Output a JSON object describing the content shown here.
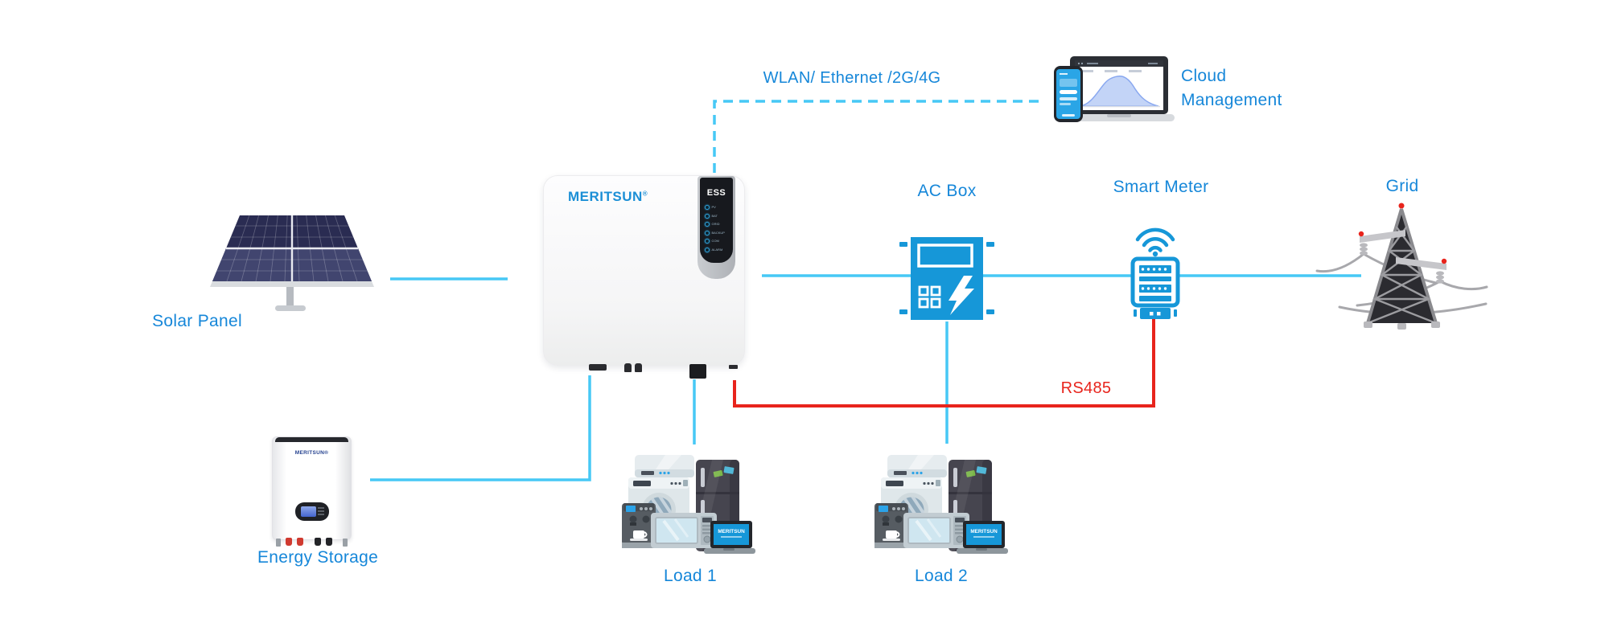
{
  "diagram": {
    "connection_labels": {
      "wlan": "WLAN/ Ethernet /2G/4G",
      "rs485": "RS485"
    },
    "nodes": {
      "solar_panel": {
        "label": "Solar Panel"
      },
      "inverter": {
        "brand": "MERITSUN",
        "reg_mark": "®",
        "panel_title": "ESS",
        "leds": [
          "PV",
          "BAT",
          "GRID",
          "BACKUP",
          "COM",
          "ALARM"
        ]
      },
      "energy_storage": {
        "label": "Energy Storage",
        "brand": "MERITSUN®"
      },
      "load_1": {
        "label": "Load 1",
        "laptop_text": "MERITSUN"
      },
      "load_2": {
        "label": "Load 2",
        "laptop_text": "MERITSUN"
      },
      "ac_box": {
        "label": "AC Box"
      },
      "smart_meter": {
        "label": "Smart Meter"
      },
      "grid": {
        "label": "Grid"
      },
      "cloud": {
        "label_line1": "Cloud",
        "label_line2": "Management"
      }
    },
    "colors": {
      "label_blue": "#1687d9",
      "line_cyan": "#47c8f5",
      "rs485_red": "#e8241c",
      "device_blue": "#1697d8",
      "brand_blue": "#1b8fd6",
      "battery_brand_navy": "#24418f"
    }
  }
}
